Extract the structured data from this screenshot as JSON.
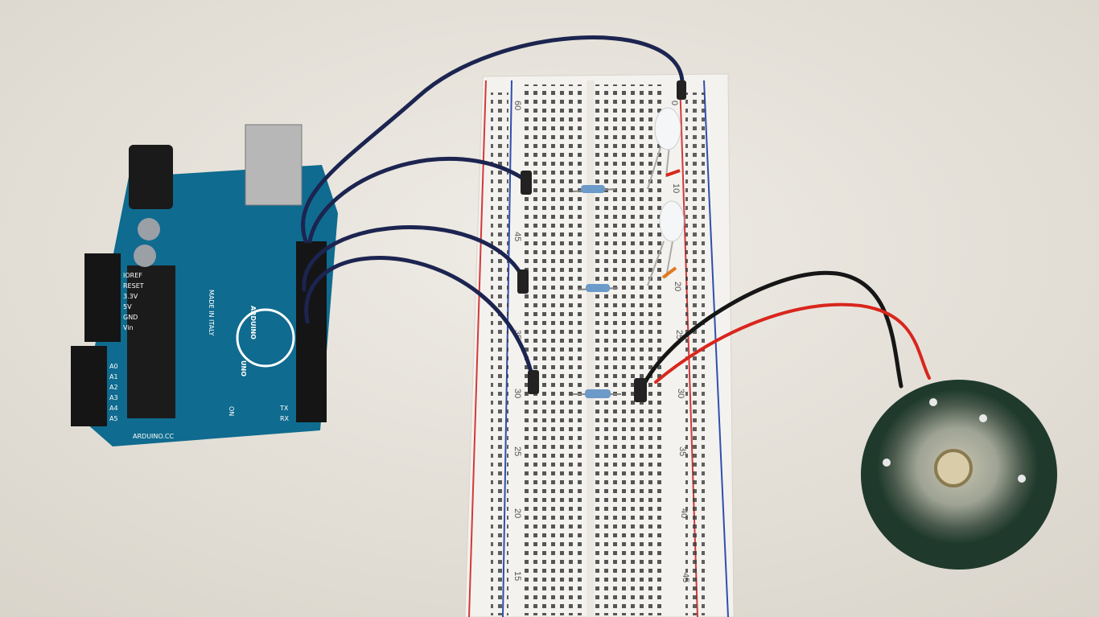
{
  "scene": {
    "background_color": "#e8e4dc",
    "board_color": "#0f6b8f",
    "breadboard_color": "#f4f2ee",
    "rail_red": "#d23a3a",
    "rail_blue": "#2f4fb0",
    "wire_dark": "#1c2450",
    "wire_red": "#d8261c",
    "speaker_color": "#1f3a2c"
  },
  "arduino": {
    "brand": "ARDUINO",
    "model": "UNO",
    "website": "ARDUINO.CC",
    "made_in": "MADE IN ITALY",
    "power_pins": [
      "IOREF",
      "RESET",
      "3.3V",
      "5V",
      "GND",
      "Vin"
    ],
    "analog_pins": [
      "A0",
      "A1",
      "A2",
      "A3",
      "A4",
      "A5"
    ],
    "tx_label": "TX",
    "rx_label": "RX",
    "on_label": "ON"
  },
  "breadboard": {
    "left_numbers": [
      "60",
      "45",
      "35",
      "30",
      "25",
      "20",
      "15"
    ],
    "right_numbers": [
      "0",
      "10",
      "20",
      "25",
      "30",
      "35",
      "40",
      "45"
    ]
  }
}
